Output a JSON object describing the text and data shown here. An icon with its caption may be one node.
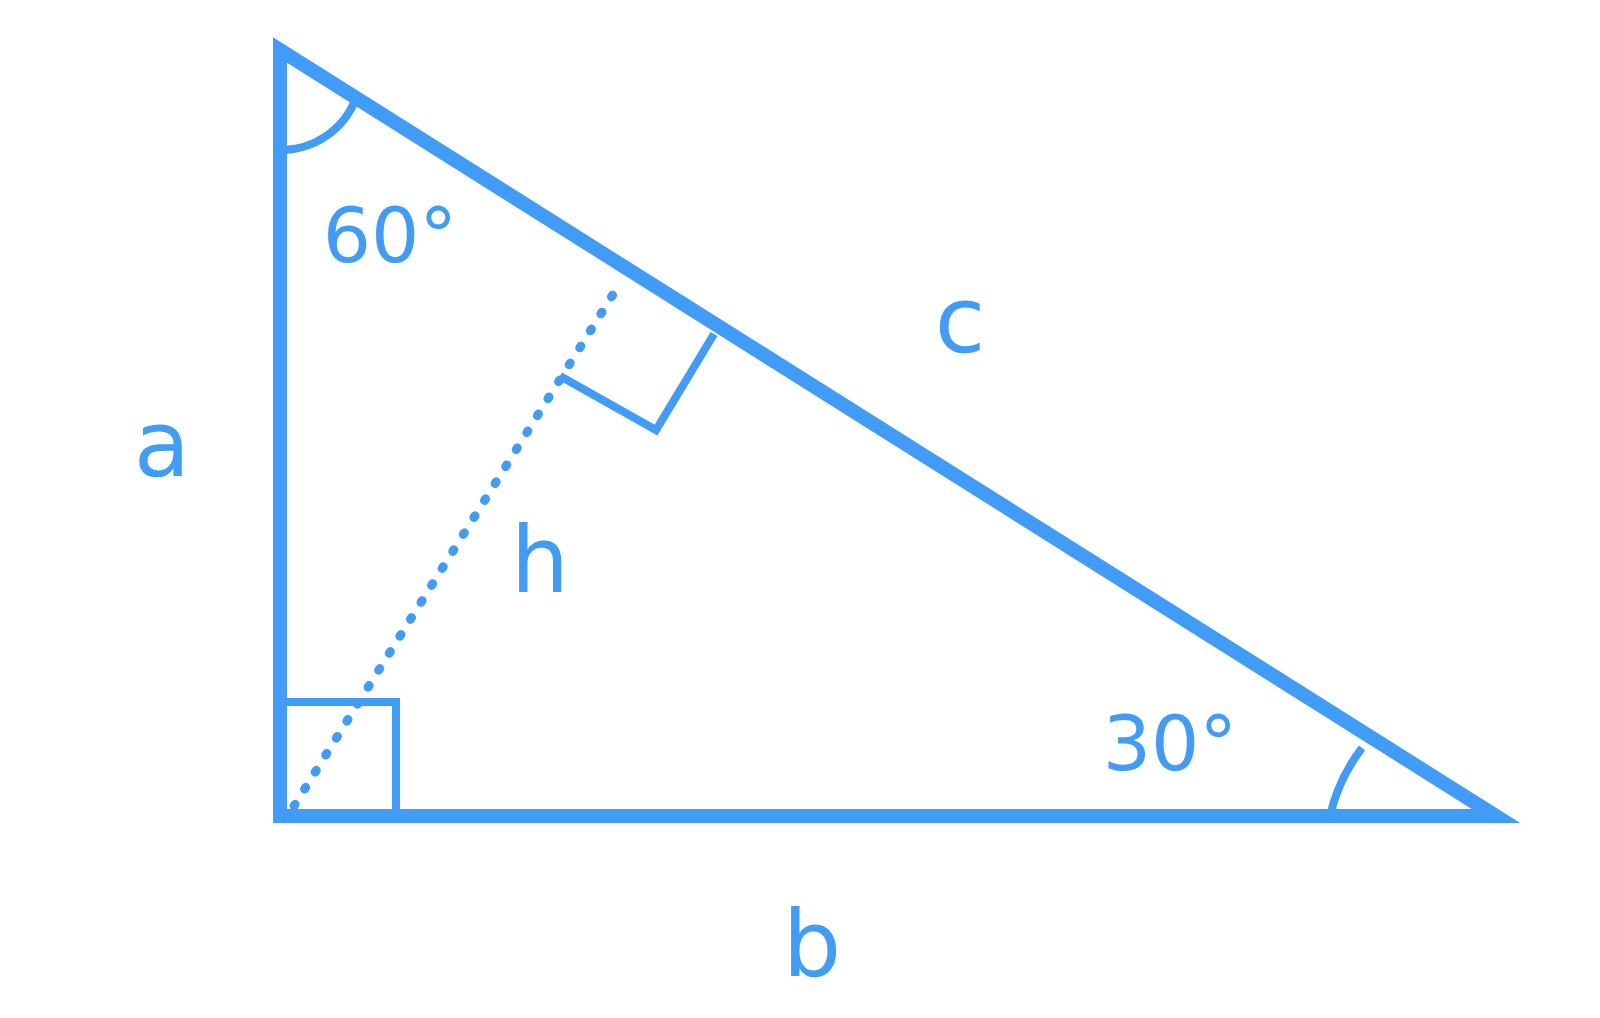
{
  "diagram": {
    "labels": [
      "60°",
      "c",
      "a",
      "h",
      "30°",
      "b"
    ]
  }
}
